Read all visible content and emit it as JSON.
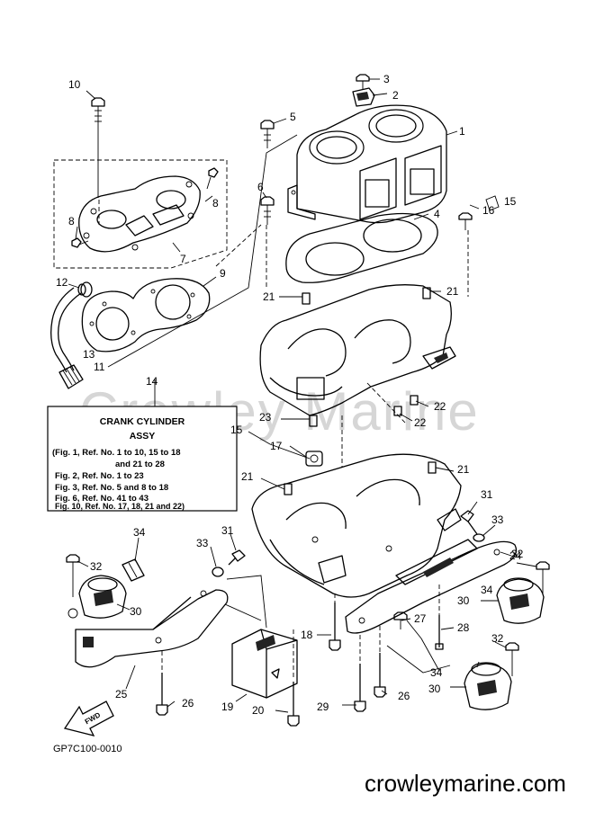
{
  "watermark": "Crowley Marine",
  "website": "crowleymarine.com",
  "drawing_code": "GP7C100-0010",
  "fwd_label": "FWD",
  "assembly_box": {
    "title_line1": "CRANK  CYLINDER",
    "title_line2": "ASSY",
    "lines": [
      "(Fig. 1, Ref. No. 1 to 10, 15 to 18",
      "and 21 to 28",
      "Fig. 2, Ref. No. 1 to 23",
      "Fig. 3, Ref. No. 5 and 8 to 18",
      "Fig. 6, Ref. No. 41 to 43",
      "Fig. 10, Ref. No. 17, 18, 21 and 22)"
    ]
  },
  "callouts": {
    "c1": "1",
    "c2": "2",
    "c3": "3",
    "c4": "4",
    "c5": "5",
    "c6": "6",
    "c7": "7",
    "c8a": "8",
    "c8b": "8",
    "c9": "9",
    "c10": "10",
    "c11": "11",
    "c12": "12",
    "c13": "13",
    "c14": "14",
    "c15a": "15",
    "c15b": "15",
    "c16": "16",
    "c17": "17",
    "c18": "18",
    "c19": "19",
    "c20": "20",
    "c21a": "21",
    "c21b": "21",
    "c21c": "21",
    "c21d": "21",
    "c22a": "22",
    "c22b": "22",
    "c23": "23",
    "c24": "24",
    "c25": "25",
    "c26a": "26",
    "c26b": "26",
    "c27": "27",
    "c28": "28",
    "c29": "29",
    "c30a": "30",
    "c30b": "30",
    "c30c": "30",
    "c31a": "31",
    "c31b": "31",
    "c32a": "32",
    "c32b": "32",
    "c32c": "32",
    "c33a": "33",
    "c33b": "33",
    "c34a": "34",
    "c34b": "34",
    "c34c": "34"
  }
}
